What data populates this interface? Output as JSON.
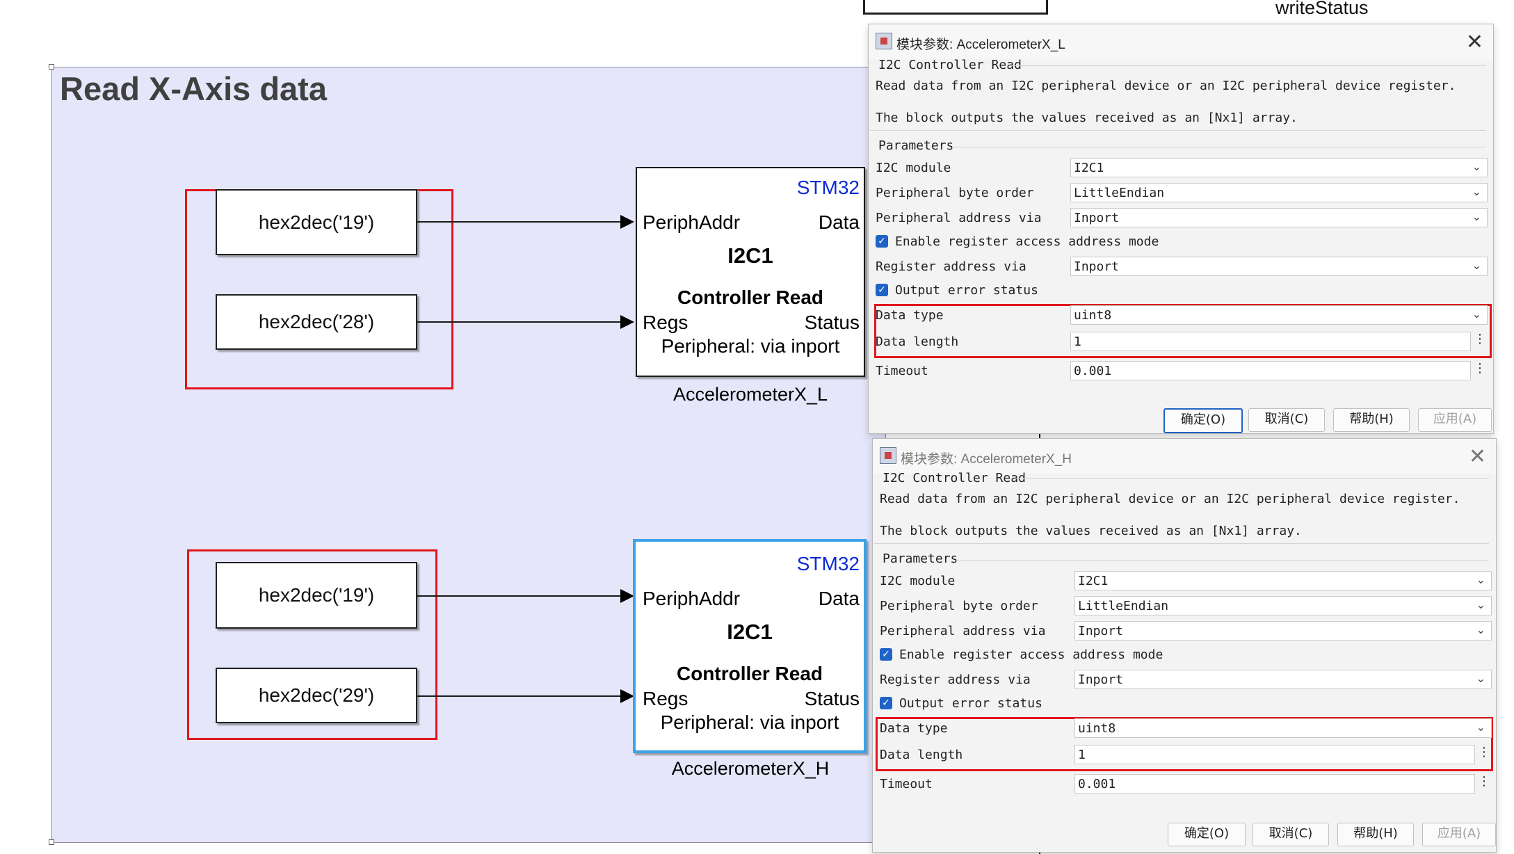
{
  "canvas": {
    "area_title": "Read X-Axis data",
    "top_right_label": "writeStatus",
    "blocks": [
      {
        "constants": [
          "hex2dec('19')",
          "hex2dec('28')"
        ],
        "brand": "STM32",
        "port_in_1": "PeriphAddr",
        "port_out_1": "Data",
        "module": "I2C1",
        "function": "Controller Read",
        "port_in_2": "Regs",
        "port_out_2": "Status",
        "subtitle": "Peripheral: via inport",
        "name": "AccelerometerX_L"
      },
      {
        "constants": [
          "hex2dec('19')",
          "hex2dec('29')"
        ],
        "brand": "STM32",
        "port_in_1": "PeriphAddr",
        "port_out_1": "Data",
        "module": "I2C1",
        "function": "Controller Read",
        "port_in_2": "Regs",
        "port_out_2": "Status",
        "subtitle": "Peripheral: via inport",
        "name": "AccelerometerX_H"
      }
    ]
  },
  "dialogs": [
    {
      "title": "模块参数: AccelerometerX_L",
      "block_type": "I2C Controller Read",
      "desc1": "Read data from an I2C peripheral device or an I2C peripheral device register.",
      "desc2": "The block outputs the values received as an [Nx1] array.",
      "params_label": "Parameters",
      "rows": {
        "i2c_module": {
          "label": "I2C module",
          "value": "I2C1"
        },
        "byte_order": {
          "label": "Peripheral byte order",
          "value": "LittleEndian"
        },
        "address_via": {
          "label": "Peripheral address via",
          "value": "Inport"
        },
        "enable_reg": {
          "label": "Enable register access address mode",
          "checked": true
        },
        "reg_via": {
          "label": "Register address via",
          "value": "Inport"
        },
        "output_err": {
          "label": "Output error status",
          "checked": true
        },
        "data_type": {
          "label": "Data type",
          "value": "uint8"
        },
        "data_length": {
          "label": "Data length",
          "value": "1"
        },
        "timeout": {
          "label": "Timeout",
          "value": "0.001"
        }
      },
      "buttons": {
        "ok": "确定(O)",
        "cancel": "取消(C)",
        "help": "帮助(H)",
        "apply": "应用(A)"
      }
    },
    {
      "title": "模块参数: AccelerometerX_H",
      "block_type": "I2C Controller Read",
      "desc1": "Read data from an I2C peripheral device or an I2C peripheral device register.",
      "desc2": "The block outputs the values received as an [Nx1] array.",
      "params_label": "Parameters",
      "rows": {
        "i2c_module": {
          "label": "I2C module",
          "value": "I2C1"
        },
        "byte_order": {
          "label": "Peripheral byte order",
          "value": "LittleEndian"
        },
        "address_via": {
          "label": "Peripheral address via",
          "value": "Inport"
        },
        "enable_reg": {
          "label": "Enable register access address mode",
          "checked": true
        },
        "reg_via": {
          "label": "Register address via",
          "value": "Inport"
        },
        "output_err": {
          "label": "Output error status",
          "checked": true
        },
        "data_type": {
          "label": "Data type",
          "value": "uint8"
        },
        "data_length": {
          "label": "Data length",
          "value": "1"
        },
        "timeout": {
          "label": "Timeout",
          "value": "0.001"
        }
      },
      "buttons": {
        "ok": "确定(O)",
        "cancel": "取消(C)",
        "help": "帮助(H)",
        "apply": "应用(A)"
      }
    }
  ],
  "colors": {
    "highlight_red": "#e0161d",
    "selected_blue": "#3ba3e6",
    "stm32_blue": "#0a2bd6",
    "canvas_bg": "#e6e6fa"
  }
}
